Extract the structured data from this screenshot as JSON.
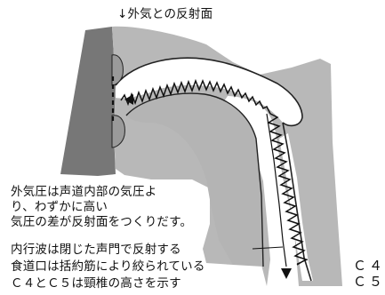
{
  "title": "↓外気との反射面",
  "annotations": [
    "外気圧は声道内部の気圧よ",
    "り、わずかに高い",
    "気圧の差が反射面をつくりだす。"
  ],
  "callouts": [
    "内行波は閉じた声門で反射する",
    "食道口は括約筋により絞られている",
    "Ｃ４とＣ５は頸椎の高さを示す"
  ],
  "vertebra_labels": [
    "Ｃ４",
    "Ｃ５"
  ]
}
